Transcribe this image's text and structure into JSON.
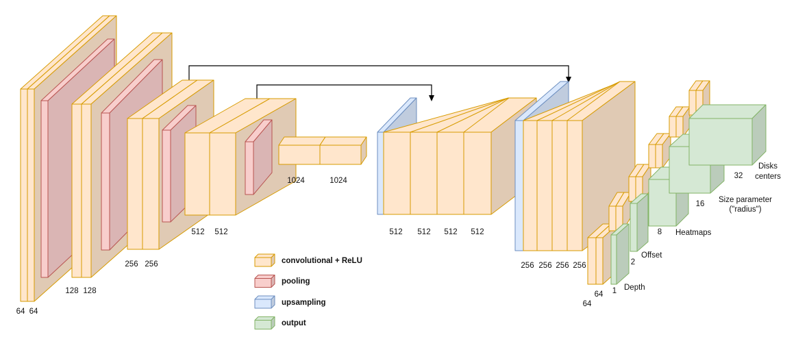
{
  "colors": {
    "conv_fill": "#ffe6cc",
    "conv_stroke": "#d79b00",
    "pool_fill": "#f8cecc",
    "pool_stroke": "#b85450",
    "up_fill": "#dae8fc",
    "up_stroke": "#6c8ebf",
    "out_fill": "#d5e8d4",
    "out_stroke": "#82b366",
    "arrow": "#000000"
  },
  "legend": [
    {
      "type": "conv",
      "label": "convolutional + ReLU"
    },
    {
      "type": "pool",
      "label": "pooling"
    },
    {
      "type": "up",
      "label": "upsampling"
    },
    {
      "type": "out",
      "label": "output"
    }
  ],
  "channel_labels": {
    "enc1": [
      "64",
      "64"
    ],
    "enc2": [
      "128",
      "128"
    ],
    "enc3": [
      "256",
      "256"
    ],
    "enc4": [
      "512",
      "512"
    ],
    "bottleneck": [
      "1024",
      "1024"
    ],
    "dec1": [
      "512",
      "512",
      "512",
      "512"
    ],
    "dec2": [
      "256",
      "256",
      "256",
      "256"
    ],
    "head": [
      "64",
      "64"
    ]
  },
  "outputs": [
    {
      "channels": "1",
      "name": "Depth"
    },
    {
      "channels": "2",
      "name": "Offset"
    },
    {
      "channels": "8",
      "name": "Heatmaps"
    },
    {
      "channels": "16",
      "name_lines": [
        "Size parameter",
        "(\"radius\")"
      ]
    },
    {
      "channels": "32",
      "name_lines": [
        "Disks",
        "centers"
      ]
    }
  ]
}
